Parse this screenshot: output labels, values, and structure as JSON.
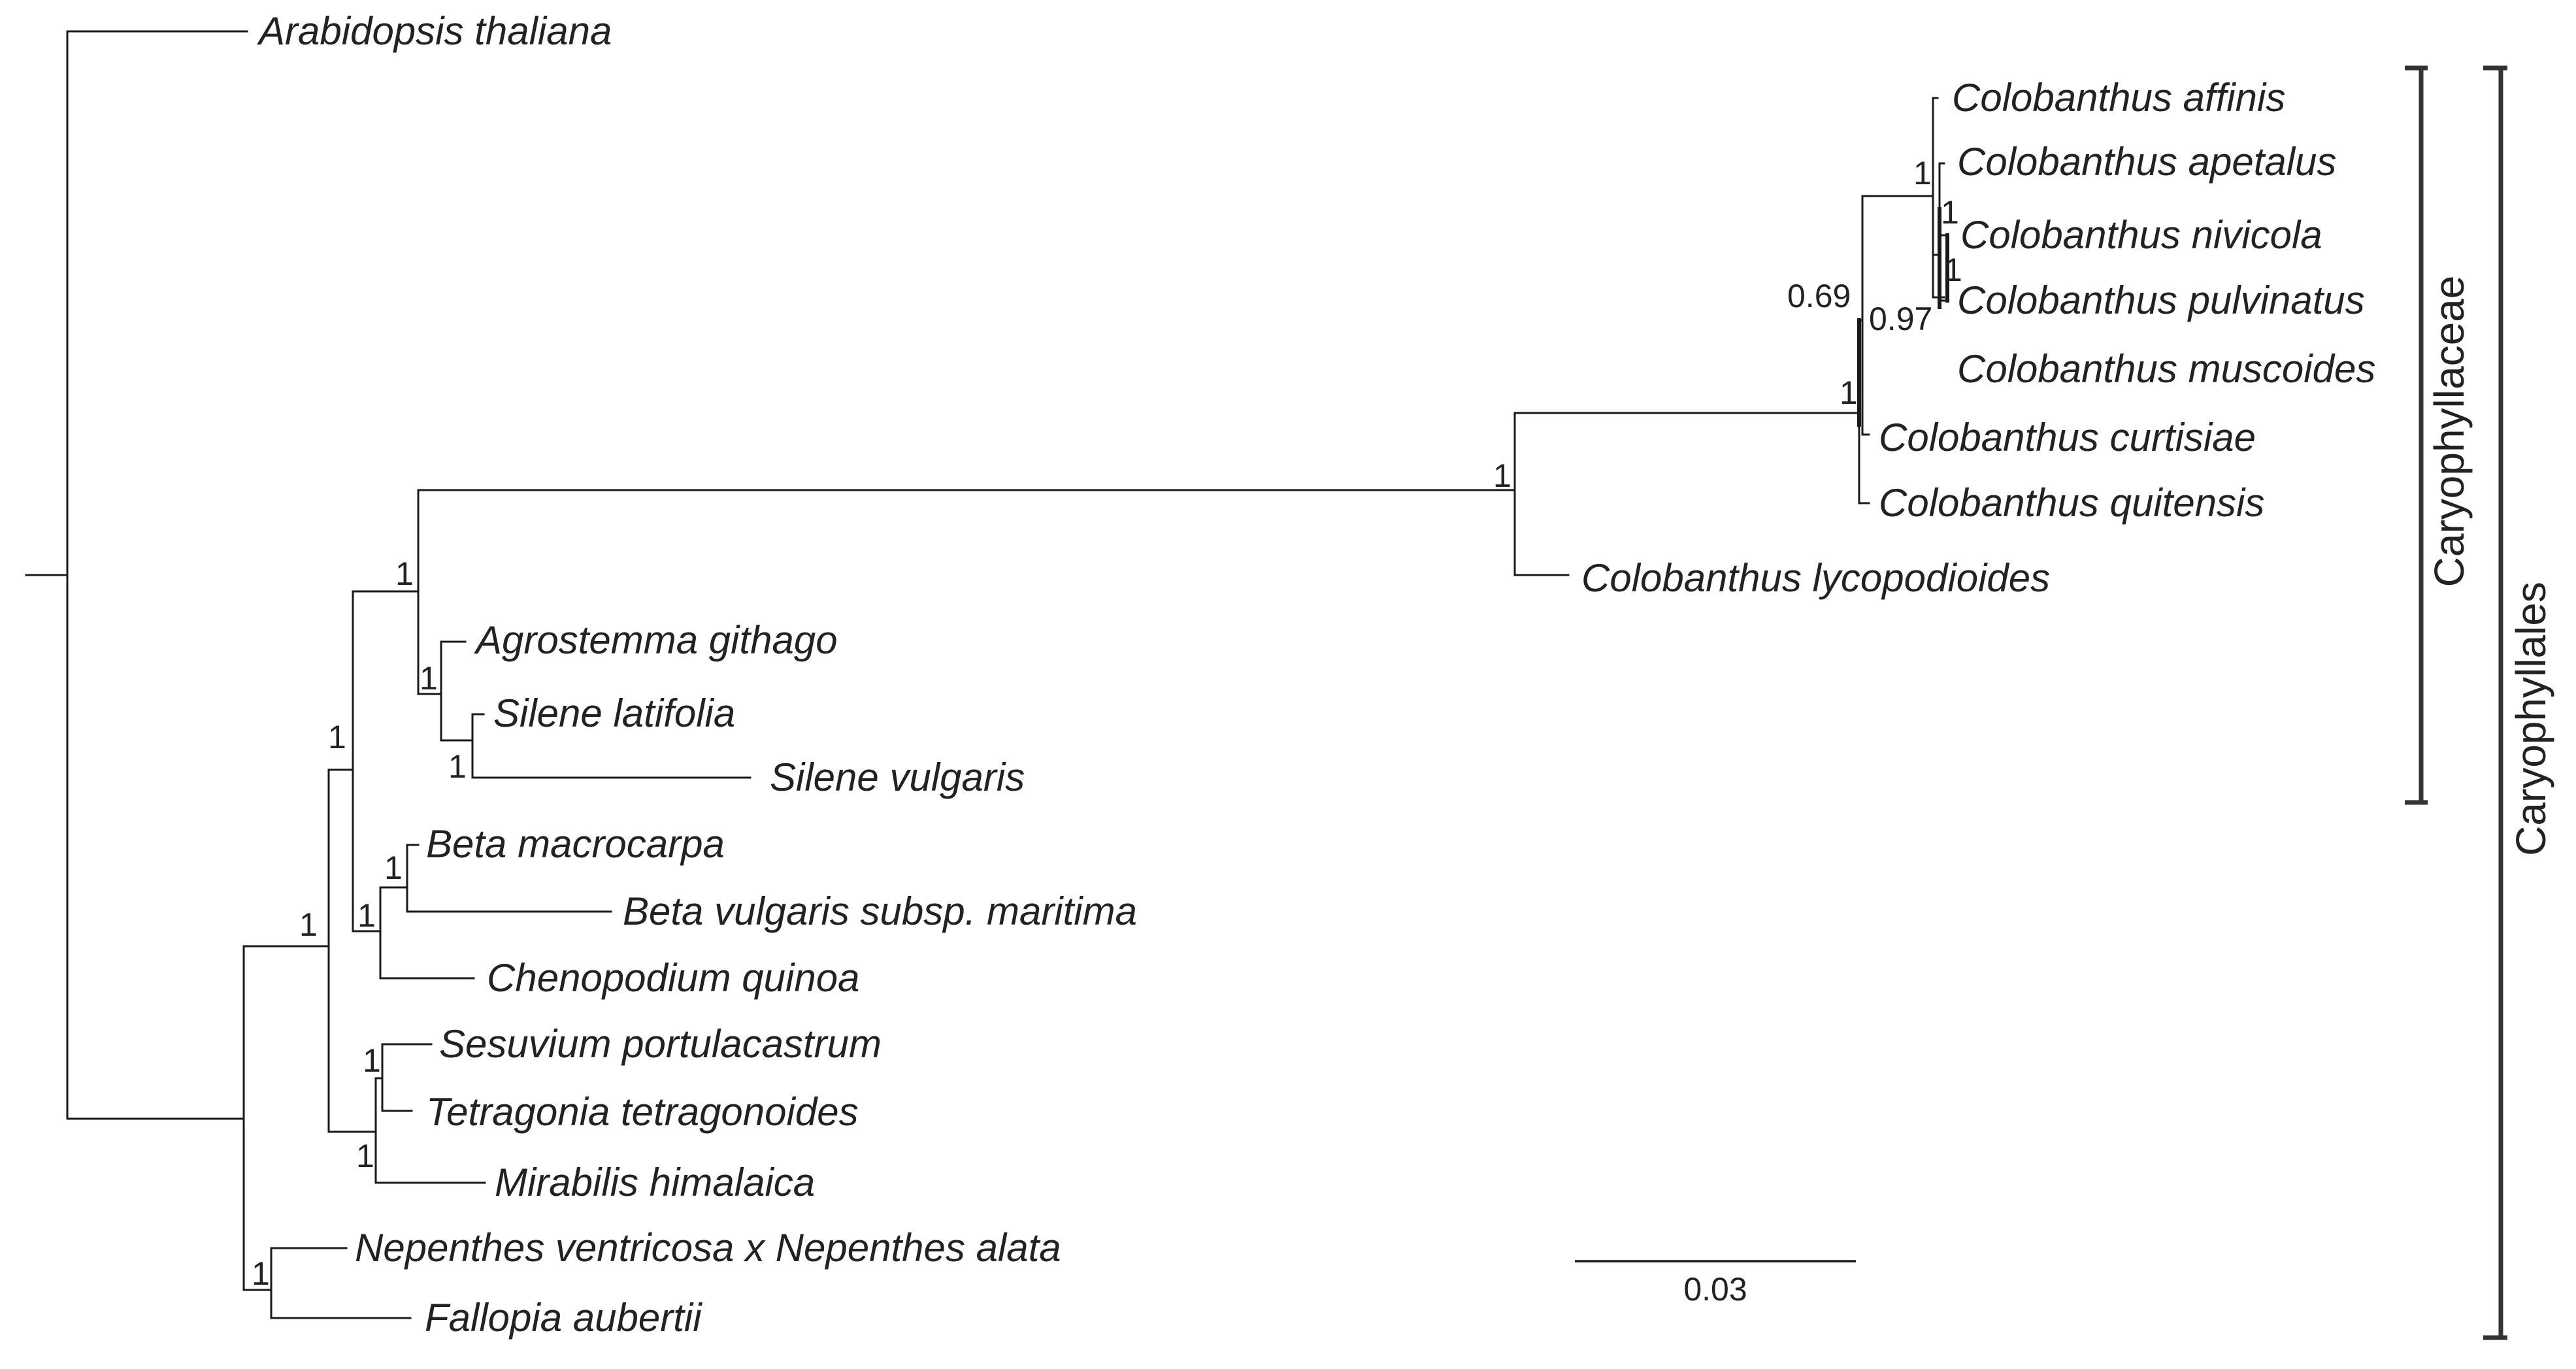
{
  "taxa": {
    "arabidopsis": "Arabidopsis thaliana",
    "c_affinis": "Colobanthus affinis",
    "c_apetalus": "Colobanthus apetalus",
    "c_nivicola": "Colobanthus nivicola",
    "c_pulvinatus": "Colobanthus pulvinatus",
    "c_muscoides": "Colobanthus muscoides",
    "c_curtisiae": "Colobanthus curtisiae",
    "c_quitensis": "Colobanthus quitensis",
    "c_lycopodioides": "Colobanthus lycopodioides",
    "agrostemma": "Agrostemma githago",
    "s_latifolia": "Silene latifolia",
    "s_vulgaris": "Silene vulgaris",
    "beta_macrocarpa": "Beta macrocarpa",
    "beta_vulgaris": "Beta vulgaris subsp. maritima",
    "chenopodium": "Chenopodium quinoa",
    "sesuvium": "Sesuvium portulacastrum",
    "tetragonia": "Tetragonia tetragonoides",
    "mirabilis": "Mirabilis himalaica",
    "nepenthes": "Nepenthes ventricosa x Nepenthes alata",
    "fallopia": "Fallopia aubertii"
  },
  "support": {
    "colobanthus_core": "1",
    "c_nivicola_node": "1",
    "c_pulvinatus_node": "1",
    "c_core_extended": "0.97",
    "c_curtisiae_node": "0.69",
    "c_quitensis_node": "1",
    "colobanthus_all": "1",
    "caryophyllaceae": "1",
    "silene_agrostemma": "1",
    "silene": "1",
    "caryophyllales_core": "1",
    "beta": "1",
    "amaranthaceae": "1",
    "aizoaceae": "1",
    "aizo_mirabilis": "1",
    "caryophyllales": "1",
    "polygonales": "1"
  },
  "clades": {
    "family": "Caryophyllaceae",
    "order": "Caryophyllales"
  },
  "scale": {
    "value": 0.03,
    "label": "0.03"
  }
}
